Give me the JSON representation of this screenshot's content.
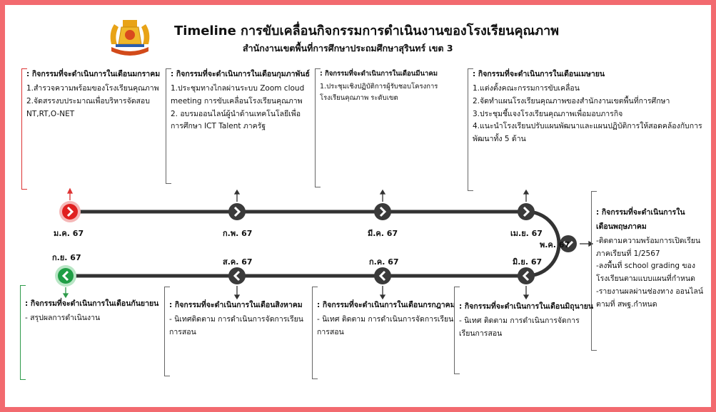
{
  "header": {
    "title": "Timeline การขับเคลื่อนกิจกรรมการดำเนินงานของโรงเรียนคุณภาพ",
    "subtitle": "สำนักงานเขตพื้นที่การศึกษาประถมศึกษาสุรินทร์ เขต 3"
  },
  "colors": {
    "frame": "#f26a6f",
    "line": "#333333",
    "node": "#3a3a3a",
    "start": "#e02020",
    "end": "#1f9e45"
  },
  "months": {
    "jan": "ม.ค. 67",
    "feb": "ก.พ. 67",
    "mar": "มี.ค. 67",
    "apr": "เม.ย. 67",
    "may": "พ.ค. 67",
    "jun": "มิ.ย. 67",
    "jul": "ก.ค. 67",
    "aug": "ส.ค. 67",
    "sep": "ก.ย. 67"
  },
  "activities": {
    "jan": {
      "heading": ": กิจกรรมที่จะดำเนินการในเดือนมกราคม",
      "items": [
        "1.สำรวจความพร้อมของโรงเรียนคุณภาพ",
        "2.จัดสรรงบประมาณเพื่อบริหารจัดสอบ NT,RT,O-NET"
      ]
    },
    "feb": {
      "heading": ": กิจกรรมที่จะดำเนินการในเดือนกุมภาพันธ์",
      "items": [
        "1.ประชุมทางไกลผ่านระบบ Zoom cloud meeting การขับเคลื่อนโรงเรียนคุณภาพ",
        "2. อบรมออนไลน์ผู้นำด้านเทคโนโลยีเพื่อการศึกษา ICT Talent ภาครัฐ"
      ]
    },
    "mar": {
      "heading": ": กิจกรรมที่จะดำเนินการในเดือนมีนาคม",
      "items": [
        "1.ประชุมเชิงปฏิบัติการผู้รับชอบโครงการโรงเรียนคุณภาพ ระดับเขต"
      ]
    },
    "apr": {
      "heading": ": กิจกรรมที่จะดำเนินการในเดือนเมษายน",
      "items": [
        "1.แต่งตั้งคณะกรรมการขับเคลื่อน",
        "2.จัดทำแผนโรงเรียนคุณภาพของสำนักงานเขตพื้นที่การศึกษา",
        "3.ประชุมชี้แจงโรงเรียนคุณภาพเพื่อมอบภารกิจ",
        "4.แนะนำโรงเรียนปรับแผนพัฒนาและแผนปฏิบัติการให้สอดคล้องกับการพัฒนาทั้ง 5 ด้าน"
      ]
    },
    "may": {
      "heading_l1": ": กิจกรรมที่จะดำเนินการใน",
      "heading_l2": "เดือนพฤษภาคม",
      "items": [
        "-ติดตามความพร้อมการเปิดเรียน ภาคเรียนที่ 1/2567",
        "-ลงพื้นที่ school grading ของโรงเรียนตามแบบแผนที่กำหนด",
        "-รายงานผลผ่านช่องทาง ออนไลน์ตามที่ สพฐ.กำหนด"
      ]
    },
    "jun": {
      "heading": ": กิจกรรมที่จะดำเนินการในเดือนมิถุนายน",
      "items": [
        "- นิเทศ ติดตาม การดำเนินการจัดการเรียนการสอน"
      ]
    },
    "jul": {
      "heading": ": กิจกรรมที่จะดำเนินการในเดือนกรกฎาคม",
      "items": [
        "-  นิเทศ ติดตาม การดำเนินการจัดการเรียนการสอน"
      ]
    },
    "aug": {
      "heading": ": กิจกรรมที่จะดำเนินการในเดือนสิงหาคม",
      "items": [
        "- นิเทศติดตาม การดำเนินการจัดการเรียนการสอน"
      ]
    },
    "sep": {
      "heading": ": กิจกรรมที่จะดำเนินการในเดือนกันยายน",
      "items": [
        "- สรุปผลการดำเนินงาน"
      ]
    }
  }
}
